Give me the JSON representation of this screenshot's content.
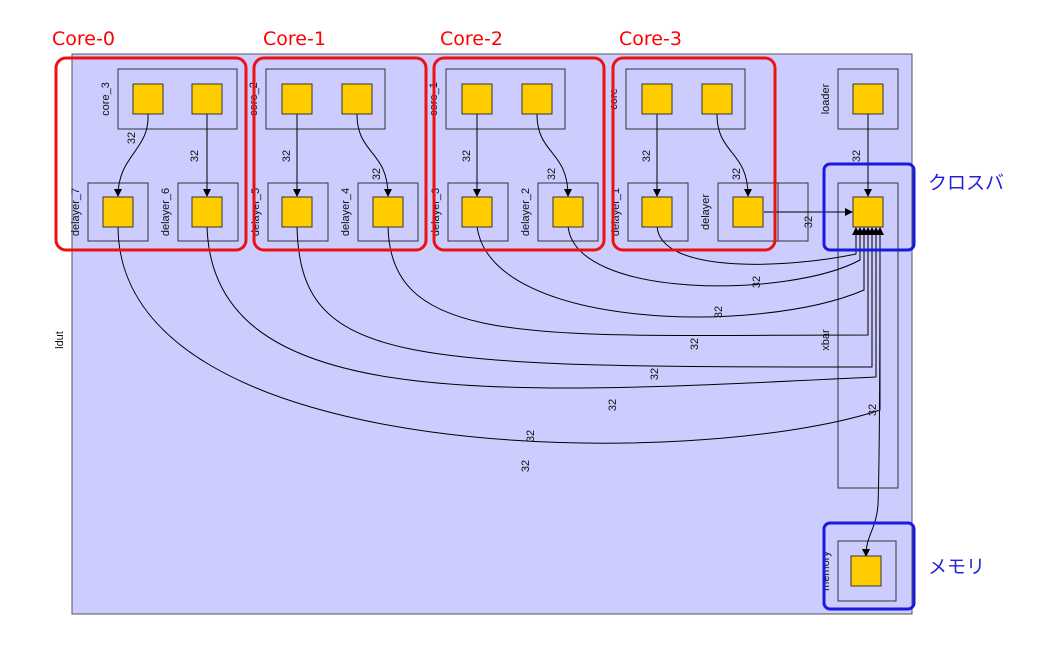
{
  "annotations": {
    "cores": [
      "Core-0",
      "Core-1",
      "Core-2",
      "Core-3"
    ],
    "crossbar": "クロスバ",
    "memory": "メモリ"
  },
  "diagram": {
    "top_label": "ldut",
    "module_labels": {
      "core_a": "core_3",
      "core_b": "core_2",
      "core_c": "core_1",
      "core_d": "core",
      "loader": "loader",
      "d7": "delayer_7",
      "d6": "delayer_6",
      "d5": "delayer_5",
      "d4": "delayer_4",
      "d3": "delayer_3",
      "d2": "delayer_2",
      "d1": "delayer_1",
      "d0": "delayer",
      "xbar": "xbar",
      "memory": "memory"
    },
    "bus_width": "32",
    "colors": {
      "background": "#ccccff",
      "port": "#ffcc00",
      "core_frame": "#ee1111",
      "xbar_frame": "#1a1add"
    }
  }
}
